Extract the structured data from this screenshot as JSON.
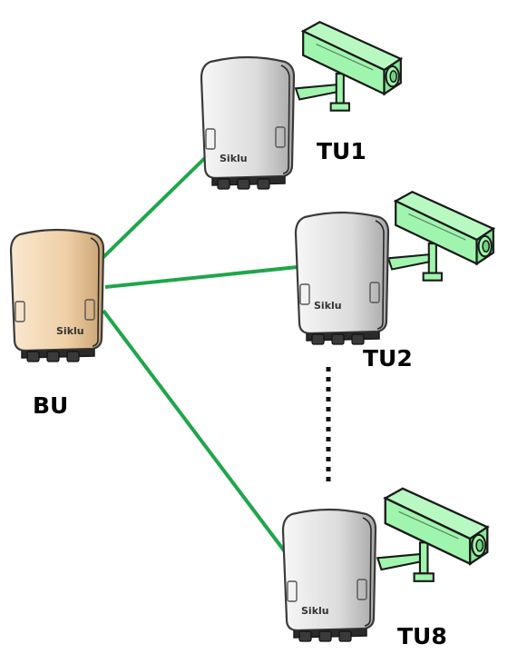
{
  "diagram": {
    "brand": "Siklu",
    "colors": {
      "link": "#1fa64a",
      "camera_fill": "#9ff5ad",
      "camera_stroke": "#1a1a1a",
      "bu_body": "#f3d7b2",
      "tu_body": "#e6e6e6"
    },
    "nodes": {
      "bu": {
        "label": "BU",
        "icon": "radio-unit-icon"
      },
      "tu1": {
        "label": "TU1",
        "icon": "radio-unit-icon",
        "camera_icon": "security-camera-icon"
      },
      "tu2": {
        "label": "TU2",
        "icon": "radio-unit-icon",
        "camera_icon": "security-camera-icon"
      },
      "tu8": {
        "label": "TU8",
        "icon": "radio-unit-icon",
        "camera_icon": "security-camera-icon"
      }
    },
    "links": [
      {
        "from": "BU",
        "to": "TU1"
      },
      {
        "from": "BU",
        "to": "TU2"
      },
      {
        "from": "BU",
        "to": "TU8"
      }
    ]
  }
}
